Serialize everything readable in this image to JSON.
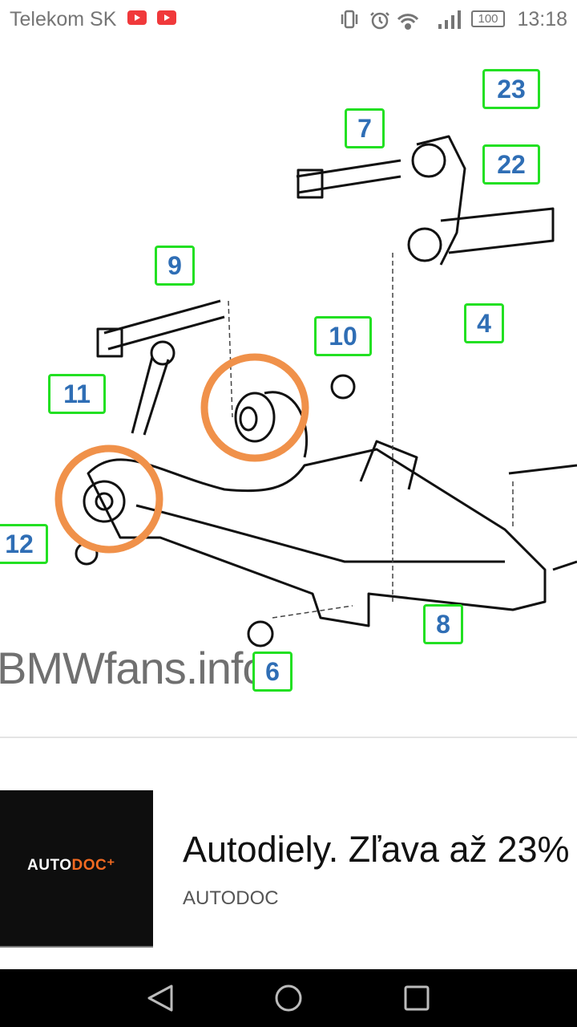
{
  "status_bar": {
    "carrier": "Telekom SK",
    "battery": "100",
    "time": "13:18",
    "icons": [
      "youtube-icon",
      "youtube-icon",
      "vibrate-icon",
      "alarm-icon",
      "wifi-icon",
      "signal-icon",
      "battery-icon"
    ]
  },
  "diagram": {
    "watermark": "BMWfans.info",
    "labels": [
      "23",
      "7",
      "22",
      "9",
      "4",
      "10",
      "11",
      "12",
      "8",
      "6"
    ],
    "highlight_color": "#f0914a",
    "label_border_color": "#22e022",
    "label_text_color": "#2f6eb5"
  },
  "ad": {
    "logo_text_a": "AUTO",
    "logo_text_b": "DOC",
    "title": "Autodiely. Zľava až 23%",
    "source": "AUTODOC",
    "brand_color": "#f26a21"
  },
  "nav": {
    "icons": [
      "back-icon",
      "home-icon",
      "recents-icon"
    ]
  }
}
